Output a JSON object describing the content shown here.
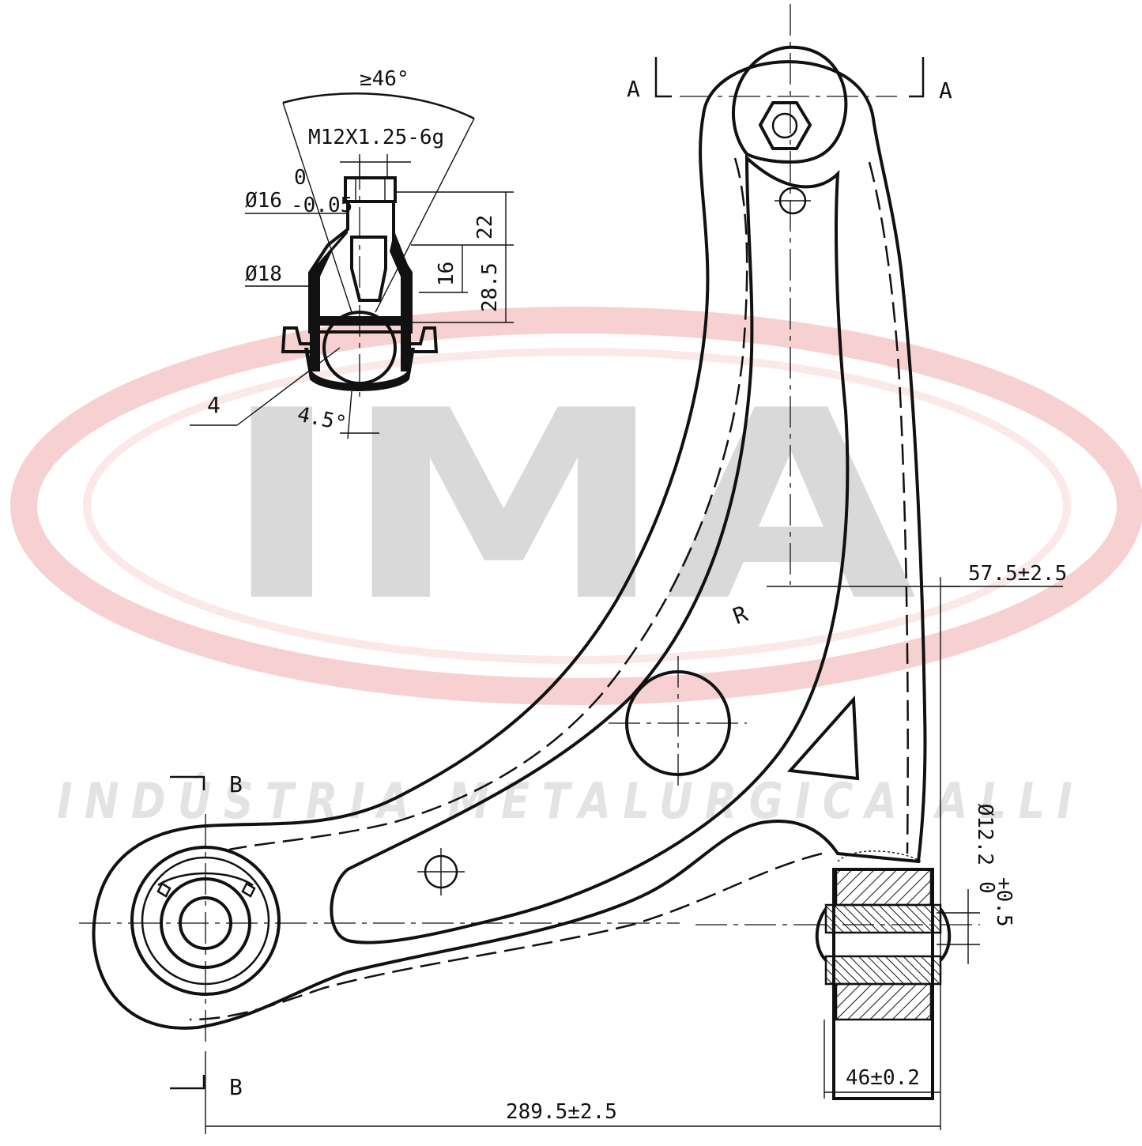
{
  "watermark": {
    "logo_text": "IMA",
    "company": "INDÚSTRIA METALÚRGICA ALLI",
    "ring_color": "#f2b8b8",
    "text_color": "#d9d9d9"
  },
  "drawing": {
    "line_color": "#111111",
    "ball_joint": {
      "angle": "≥46°",
      "thread": "M12X1.25-6g",
      "diameter_tol": "Ø16",
      "tol_upper": "0",
      "tol_lower": "-0.05",
      "diameter_body": "Ø18",
      "height_top": "22",
      "height_total": "28.5",
      "height_inner": "16",
      "tilt_angle": "4.5°",
      "item_number": "4"
    },
    "section_a": "A",
    "section_b": "B",
    "offset_dim": "57.5±2.5",
    "bushing_diameter": "Ø12.2",
    "bushing_tol_upper": "+0.5",
    "bushing_tol_lower": "0",
    "bushing_width": "46±0.2",
    "overall_length": "289.5±2.5",
    "arm_mark": "R"
  }
}
